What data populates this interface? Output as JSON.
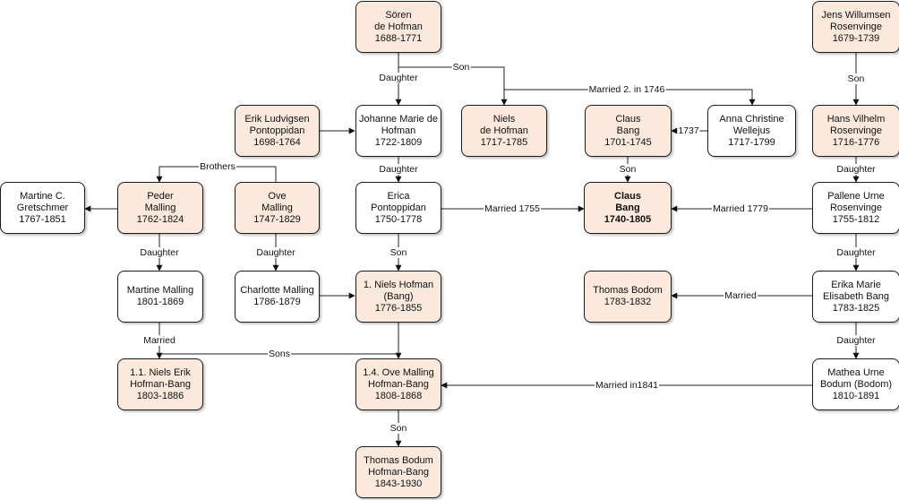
{
  "people": {
    "soren": "Sören\nde Hofman\n1688-1771",
    "jens": "Jens Willumsen\nRosenvinge\n1679-1739",
    "erik": "Erik Ludvigsen\nPontoppidan\n1698-1764",
    "johanne": "Johanne Marie de\nHofman\n1722-1809",
    "niels_dh": "Niels\nde Hofman\n1717-1785",
    "claus1": "Claus\nBang\n1701-1745",
    "anna": "Anna Christine\nWellejus\n1717-1799",
    "hans": "Hans Vilhelm\nRosenvinge\n1716-1776",
    "martine_c": "Martine C.\nGretschmer\n1767-1851",
    "peder": "Peder\nMalling\n1762-1824",
    "ove": "Ove\nMalling\n1747-1829",
    "erica": "Erica\nPontoppidan\n1750-1778",
    "claus2": "Claus\nBang\n1740-1805",
    "pallene": "Pallene Urne\nRosenvinge\n1755-1812",
    "martine_m": "Martine Malling\n1801-1869",
    "charlotte": "Charlotte Malling\n1786-1879",
    "niels_hb": "1. Niels Hofman\n(Bang)\n1776-1855",
    "thomas_bodom": "Thomas Bodom\n1783-1832",
    "erika": "Erika Marie\nElisabeth Bang\n1783-1825",
    "niels_erik": "1.1. Niels Erik\nHofman-Bang\n1803-1886",
    "ove_hb": "1.4. Ove Malling\nHofman-Bang\n1808-1868",
    "mathea": "Mathea Urne\nBodum (Bodom)\n1810-1891",
    "thomas_hb": "Thomas Bodum\nHofman-Bang\n1843-1930"
  },
  "edge_labels": {
    "soren_daughter": "Daughter",
    "soren_son": "Son",
    "jens_son": "Son",
    "married_1746": "Married 2. in 1746",
    "year_1737": "1737",
    "johanne_daughter": "Daughter",
    "claus1_son": "Son",
    "hans_daughter": "Daughter",
    "brothers": "Brothers",
    "married_1755": "Married 1755",
    "married_1779": "Married 1779",
    "peder_daughter": "Daughter",
    "ove_daughter": "Daughter",
    "erica_son": "Son",
    "pallene_daughter": "Daughter",
    "married_thomas": "Married",
    "martine_married": "Married",
    "sons": "Sons",
    "erika_daughter": "Daughter",
    "married_1841": "Married in1841",
    "ove_son": "Son"
  }
}
